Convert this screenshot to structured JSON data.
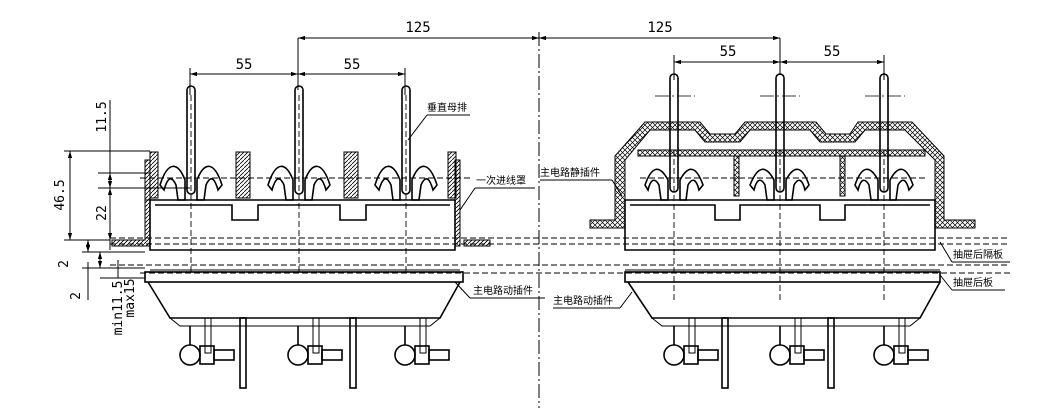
{
  "dimensions": {
    "top_left": "125",
    "top_right": "125",
    "left_55_a": "55",
    "left_55_b": "55",
    "right_55_a": "55",
    "right_55_b": "55",
    "v_11_5": "11.5",
    "v_46_5": "46.5",
    "v_22": "22",
    "v_2_a": "2",
    "v_2_b": "2",
    "v_min": "min11.5",
    "v_max": "max15"
  },
  "labels": {
    "vertical_busbar": "垂直母排",
    "primary_inlet_cover": "一次进线罩",
    "main_static_plug": "主电路静插件",
    "main_moving_plug_left": "主电路动插件",
    "main_moving_plug_right": "主电路动插件",
    "drawer_rear_partition": "抽屉后隔板",
    "drawer_rear_panel": "抽屉后板"
  }
}
